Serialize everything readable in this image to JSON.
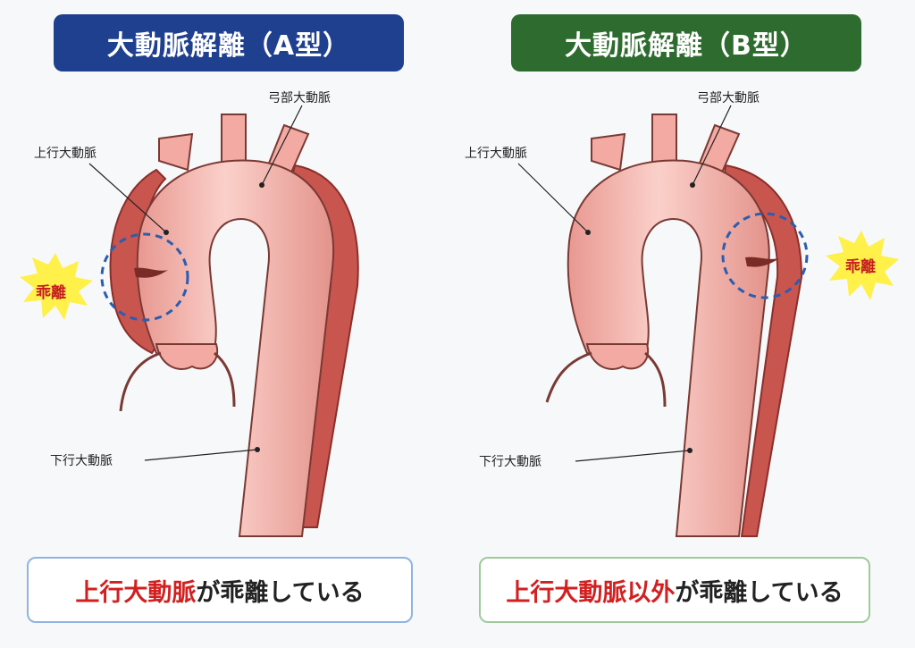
{
  "panels": [
    {
      "title": "大動脈解離（A型）",
      "labels": {
        "arch": "弓部大動脈",
        "ascending": "上行大動脈",
        "descending": "下行大動脈",
        "dissection": "乖離"
      },
      "summary": {
        "highlight": "上行大動脈",
        "rest": "が乖離している"
      },
      "colors": {
        "banner": "#1f3f8f",
        "box_border": "#8fb3e3"
      }
    },
    {
      "title": "大動脈解離（B型）",
      "labels": {
        "arch": "弓部大動脈",
        "ascending": "上行大動脈",
        "descending": "下行大動脈",
        "dissection": "乖離"
      },
      "summary": {
        "highlight": "上行大動脈以外",
        "rest": "が乖離している"
      },
      "colors": {
        "banner": "#2e6b2e",
        "box_border": "#9fca9b"
      }
    }
  ],
  "colors": {
    "aorta": "#f2aaa2",
    "aorta_highlight": "#fbd4ce",
    "false_lumen": "#c9554f",
    "burst": "#fff04a",
    "dissection_text": "#c41e1e",
    "circle": "#2a5db0"
  }
}
